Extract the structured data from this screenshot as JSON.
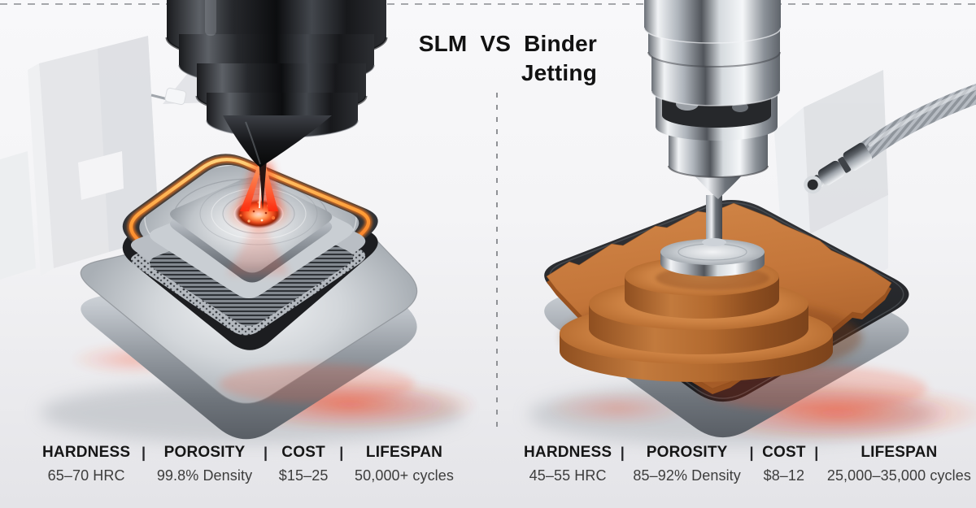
{
  "title": {
    "line1": "SLM  VS  Binder",
    "line2": "Jetting"
  },
  "separator": "|",
  "panels": [
    {
      "process": "SLM",
      "stats": [
        {
          "label": "HARDNESS",
          "value": "65–70 HRC"
        },
        {
          "label": "POROSITY",
          "value": "99.8% Density"
        },
        {
          "label": "COST",
          "value": "$15–25"
        },
        {
          "label": "LIFESPAN",
          "value": "50,000+ cycles"
        }
      ]
    },
    {
      "process": "Binder Jetting",
      "stats": [
        {
          "label": "HARDNESS",
          "value": "45–55 HRC"
        },
        {
          "label": "POROSITY",
          "value": "85–92% Density"
        },
        {
          "label": "COST",
          "value": "$8–12"
        },
        {
          "label": "LIFESPAN",
          "value": "25,000–35,000 cycles"
        }
      ]
    }
  ],
  "colors": {
    "laser_red": "#ff3b1f",
    "glow_orange": "#ff9a33",
    "powder_orange": "#c4763a",
    "gunmetal_dark": "#17181b",
    "chrome_light": "#f1f3f5",
    "background_top": "#f8f8fa",
    "background_bottom": "#e4e4e8",
    "title_text": "#121212",
    "label_text": "#161616",
    "value_text": "#3d3d3d",
    "divider": "#909296"
  }
}
